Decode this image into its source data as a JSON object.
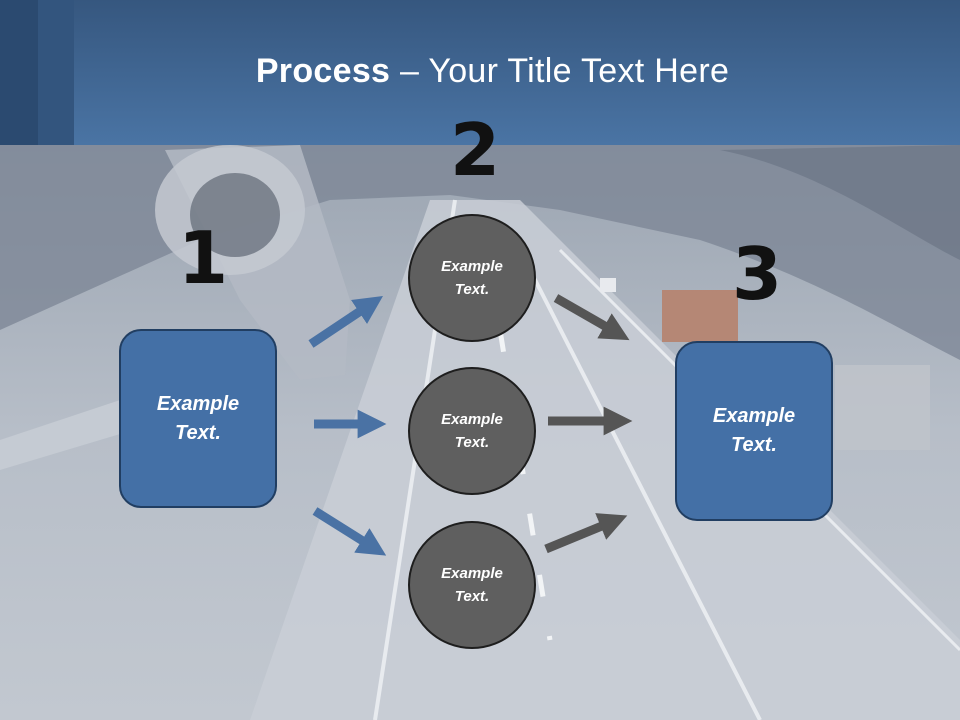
{
  "slide": {
    "title_bold": "Process",
    "title_rest": " – Your Title Text Here"
  },
  "steps": [
    {
      "number": "1"
    },
    {
      "number": "2"
    },
    {
      "number": "3"
    }
  ],
  "boxes": {
    "left": {
      "line1": "Example",
      "line2": "Text."
    },
    "right": {
      "line1": "Example",
      "line2": "Text."
    }
  },
  "circles": [
    {
      "line1": "Example",
      "line2": "Text."
    },
    {
      "line1": "Example",
      "line2": "Text."
    },
    {
      "line1": "Example",
      "line2": "Text."
    }
  ],
  "colors": {
    "header": "#4a74a4",
    "box_fill": "#4470a6",
    "circle_fill": "#5f5f5f",
    "blue_arrow": "#4a72a4",
    "grey_arrow": "#555555"
  }
}
